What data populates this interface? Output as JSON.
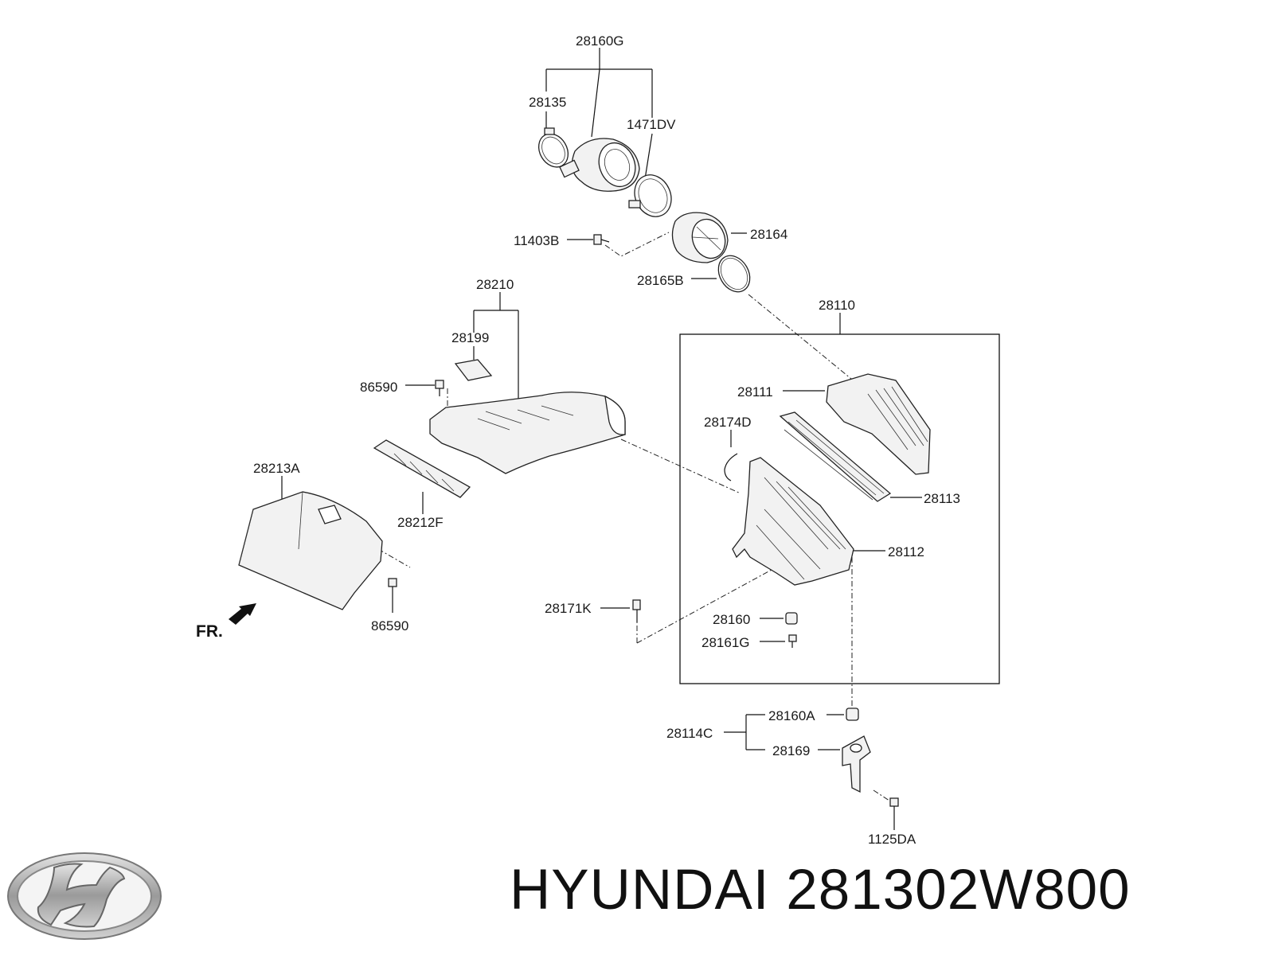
{
  "parts": {
    "p28160G": "28160G",
    "p28135": "28135",
    "p1471DV": "1471DV",
    "p11403B": "11403B",
    "p28164": "28164",
    "p28165B": "28165B",
    "p28210": "28210",
    "p28199": "28199",
    "p86590a": "86590",
    "p28110": "28110",
    "p28111": "28111",
    "p28174D": "28174D",
    "p28113": "28113",
    "p28213A": "28213A",
    "p28212F": "28212F",
    "p28112": "28112",
    "p28171K": "28171K",
    "p28160": "28160",
    "p28161G": "28161G",
    "p86590b": "86590",
    "p28160A": "28160A",
    "p28114C": "28114C",
    "p28169": "28169",
    "p1125DA": "1125DA"
  },
  "front_marker": "FR.",
  "caption": "HYUNDAI 281302W800",
  "logo_icon": "hyundai-logo-icon"
}
